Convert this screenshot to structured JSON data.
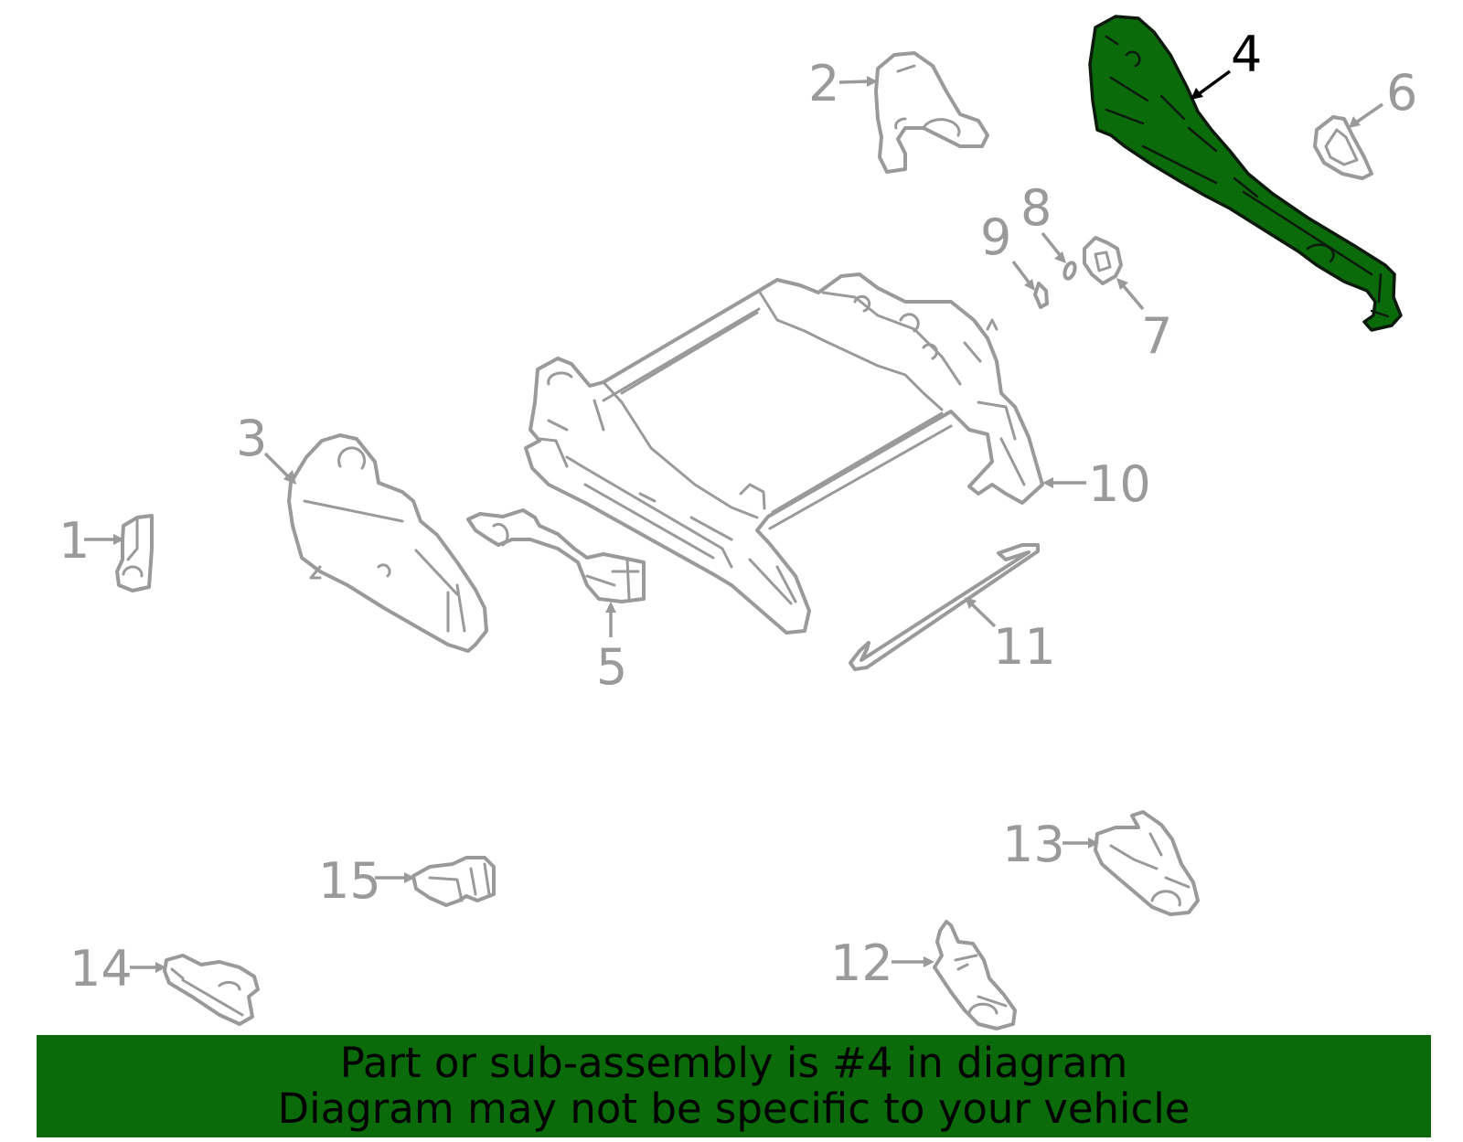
{
  "callouts": [
    {
      "id": "1",
      "label": "1"
    },
    {
      "id": "2",
      "label": "2"
    },
    {
      "id": "3",
      "label": "3"
    },
    {
      "id": "4",
      "label": "4"
    },
    {
      "id": "5",
      "label": "5"
    },
    {
      "id": "6",
      "label": "6"
    },
    {
      "id": "7",
      "label": "7"
    },
    {
      "id": "8",
      "label": "8"
    },
    {
      "id": "9",
      "label": "9"
    },
    {
      "id": "10",
      "label": "10"
    },
    {
      "id": "11",
      "label": "11"
    },
    {
      "id": "12",
      "label": "12"
    },
    {
      "id": "13",
      "label": "13"
    },
    {
      "id": "14",
      "label": "14"
    },
    {
      "id": "15",
      "label": "15"
    }
  ],
  "highlight": {
    "part_number": "4",
    "fill_color": "#0b6b0b"
  },
  "banner": {
    "line1": "Part or sub-assembly is #4 in diagram",
    "line2": "Diagram may not be specific to your vehicle",
    "background_color": "#0b6b0b"
  }
}
